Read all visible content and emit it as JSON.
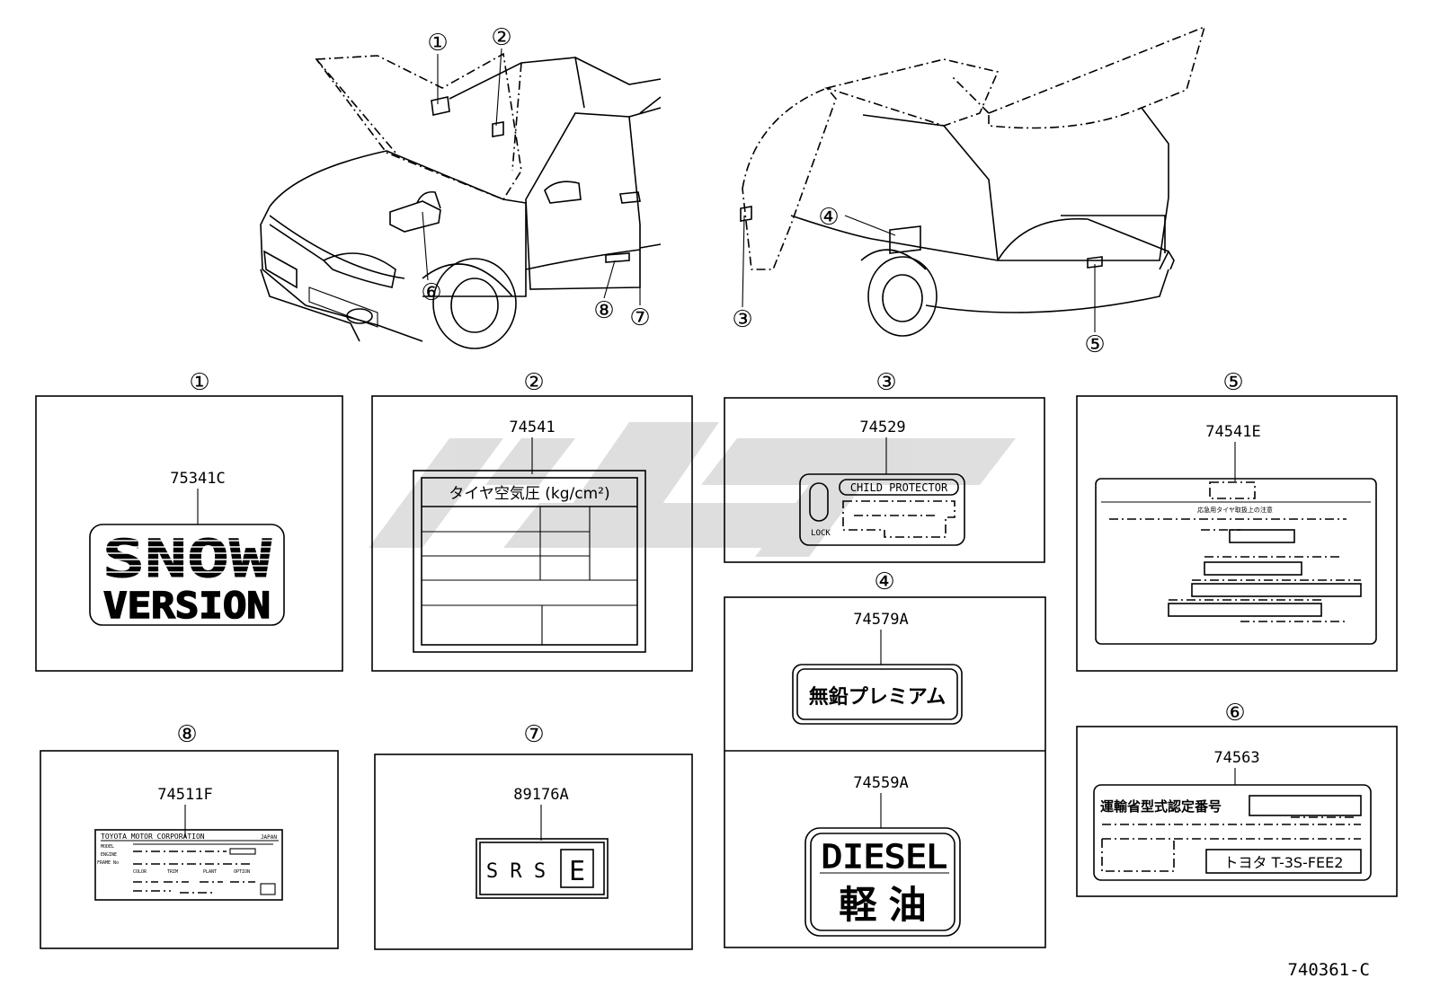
{
  "callout_markers": {
    "c1": "①",
    "c2": "②",
    "c3": "③",
    "c4": "④",
    "c5": "⑤",
    "c6": "⑥",
    "c7": "⑦",
    "c8": "⑧"
  },
  "panels": {
    "p1": {
      "marker": "①",
      "part_no": "75341C",
      "line1": "SNOW",
      "line2": "VERSION"
    },
    "p2": {
      "marker": "②",
      "part_no": "74541",
      "header": "タイヤ空気圧 (kg/cm²)"
    },
    "p3": {
      "marker": "③",
      "part_no": "74529",
      "title": "CHILD PROTECTOR",
      "lock": "LOCK"
    },
    "p4a": {
      "marker": "④",
      "part_no": "74579A",
      "text": "無鉛プレミアム"
    },
    "p4b": {
      "part_no": "74559A",
      "line1": "DIESEL",
      "line2": "軽 油"
    },
    "p5": {
      "marker": "⑤",
      "part_no": "74541E",
      "header": "応急用タイヤ取扱上の注意"
    },
    "p6": {
      "marker": "⑥",
      "part_no": "74563",
      "label": "運輸省型式認定番号",
      "code": "トヨタ T-3S-FEE2"
    },
    "p7": {
      "marker": "⑦",
      "part_no": "89176A",
      "srs": "S R S",
      "e": "E"
    },
    "p8": {
      "marker": "⑧",
      "part_no": "74511F",
      "maker": "TOYOTA MOTOR CORPORATION",
      "country": "JAPAN",
      "model": "MODEL",
      "engine": "ENGINE",
      "frame": "FRAME No",
      "color": "COLOR",
      "trim": "TRIM",
      "plant": "PLANT",
      "option": "OPTION"
    }
  },
  "drawing_number": "740361-C"
}
